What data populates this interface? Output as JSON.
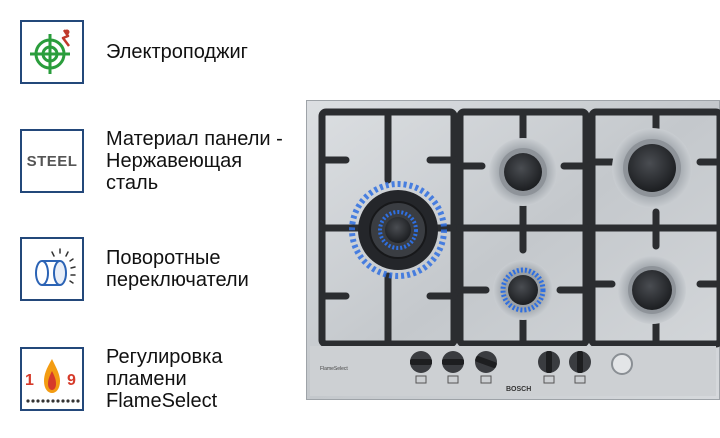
{
  "features": [
    {
      "icon": "electric-ignition-icon",
      "label": "Электроподжиг"
    },
    {
      "icon": "steel-material-icon",
      "icon_text": "STEEL",
      "label": "Материал панели -\nНержавеющая\nсталь"
    },
    {
      "icon": "rotary-knob-icon",
      "label": "Поворотные\nпереключатели"
    },
    {
      "icon": "flame-select-icon",
      "icon_left": "1",
      "icon_right": "9",
      "label": "Регулировка\nпламени\nFlameSelect"
    }
  ],
  "hob": {
    "brand": "BOSCH",
    "product_name": "FlameSelect"
  },
  "colors": {
    "icon_border": "#23487a",
    "ignition_green": "#2a9d3c",
    "ignition_red": "#c0392b",
    "flame_orange": "#f39c12",
    "flame_red": "#d63a2a",
    "burner_blue": "#2f6fe0"
  }
}
